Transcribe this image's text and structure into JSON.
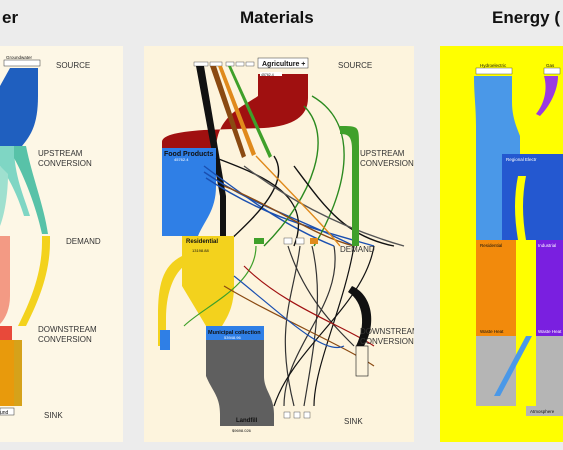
{
  "stage_labels": {
    "source": "SOURCE",
    "upstream_1": "UPSTREAM",
    "upstream_2": "CONVERSION",
    "demand": "DEMAND",
    "downstream_1": "DOWNSTREAM",
    "downstream_2": "CONVERSION",
    "sink": "SINK"
  },
  "water": {
    "title": "er",
    "source_node": "Groundwater",
    "sink_node": "und"
  },
  "materials": {
    "title": "Materials",
    "nodes": {
      "agriculture": "Agriculture +",
      "agriculture_value": "45762.4",
      "food_products": "Food Products",
      "food_value": "45762.4",
      "residential": "Residential",
      "residential_value": "13198.88",
      "municipal": "Municipal collection",
      "municipal_value": "53948.96",
      "landfill": "Landfill",
      "landfill_value": "$9698.026"
    }
  },
  "energy": {
    "title": "Energy (",
    "nodes": {
      "hydro": "Hydroelectric",
      "gas": "Gas",
      "regional": "Regional Electr",
      "residential": "Residential",
      "industrial": "Industrial",
      "waste_heat_1": "Waste Heat",
      "waste_heat_2": "Waste Heat",
      "atmosphere": "Atmosphere"
    }
  },
  "colors": {
    "water_bg": "#fdf7e6",
    "materials_bg": "#fdf4dd",
    "energy_bg": "#ffff00",
    "water_blue": "#1f5fbf",
    "food_blue": "#2f7fe6",
    "agri_red": "#a01010",
    "resid_yellow": "#f3d21d",
    "municipal_grey": "#5f5f5f",
    "energy_blue": "#4a98e8",
    "energy_purple": "#7a1fe0",
    "energy_orange": "#f28a0c",
    "energy_grey": "#b5b5b5"
  }
}
